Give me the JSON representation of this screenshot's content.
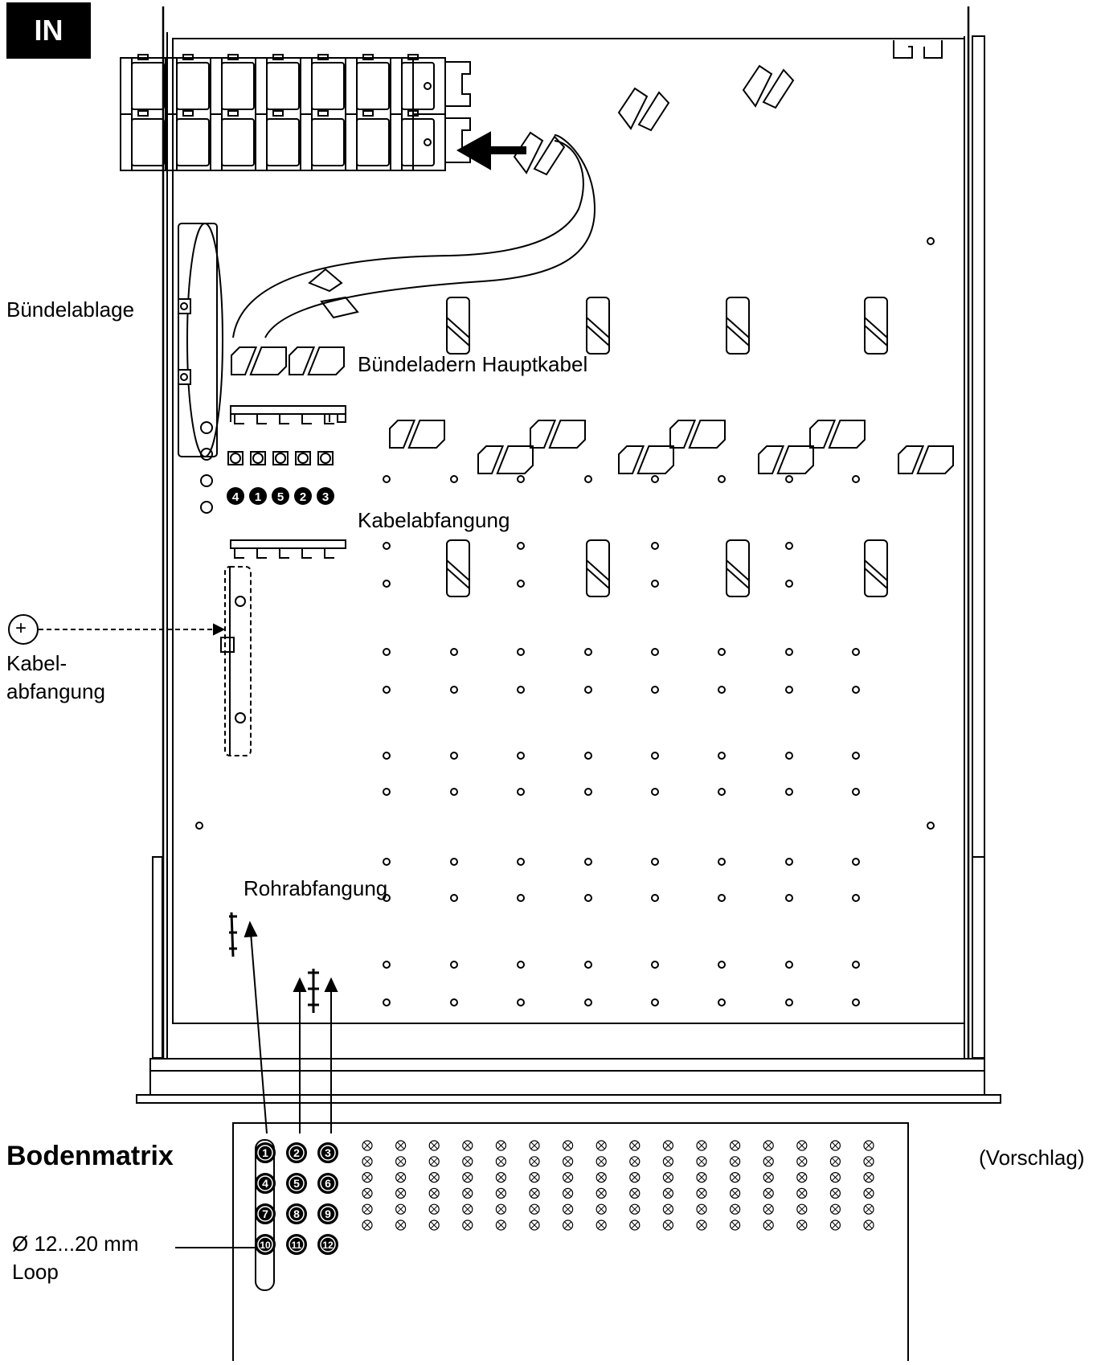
{
  "badge": "IN",
  "labels": {
    "buendelablage": "Bündelablage",
    "buendeladern": "Bündeladern Hauptkabel",
    "kabelabfangung": "Kabelabfangung",
    "kabel_line1": "Kabel-",
    "kabel_line2": "abfangung",
    "rohrabfangung": "Rohrabfangung",
    "plus_symbol": "+"
  },
  "strain_relief_numbers": [
    "4",
    "1",
    "5",
    "2",
    "3"
  ],
  "bodenmatrix": {
    "title": "Bodenmatrix",
    "note": "(Vorschlag)",
    "diameter_line1": "Ø 12...20 mm",
    "diameter_line2": "Loop",
    "numbered_holes": [
      [
        "1",
        "2",
        "3"
      ],
      [
        "4",
        "5",
        "6"
      ],
      [
        "7",
        "8",
        "9"
      ],
      [
        "10",
        "11",
        "12"
      ]
    ]
  }
}
